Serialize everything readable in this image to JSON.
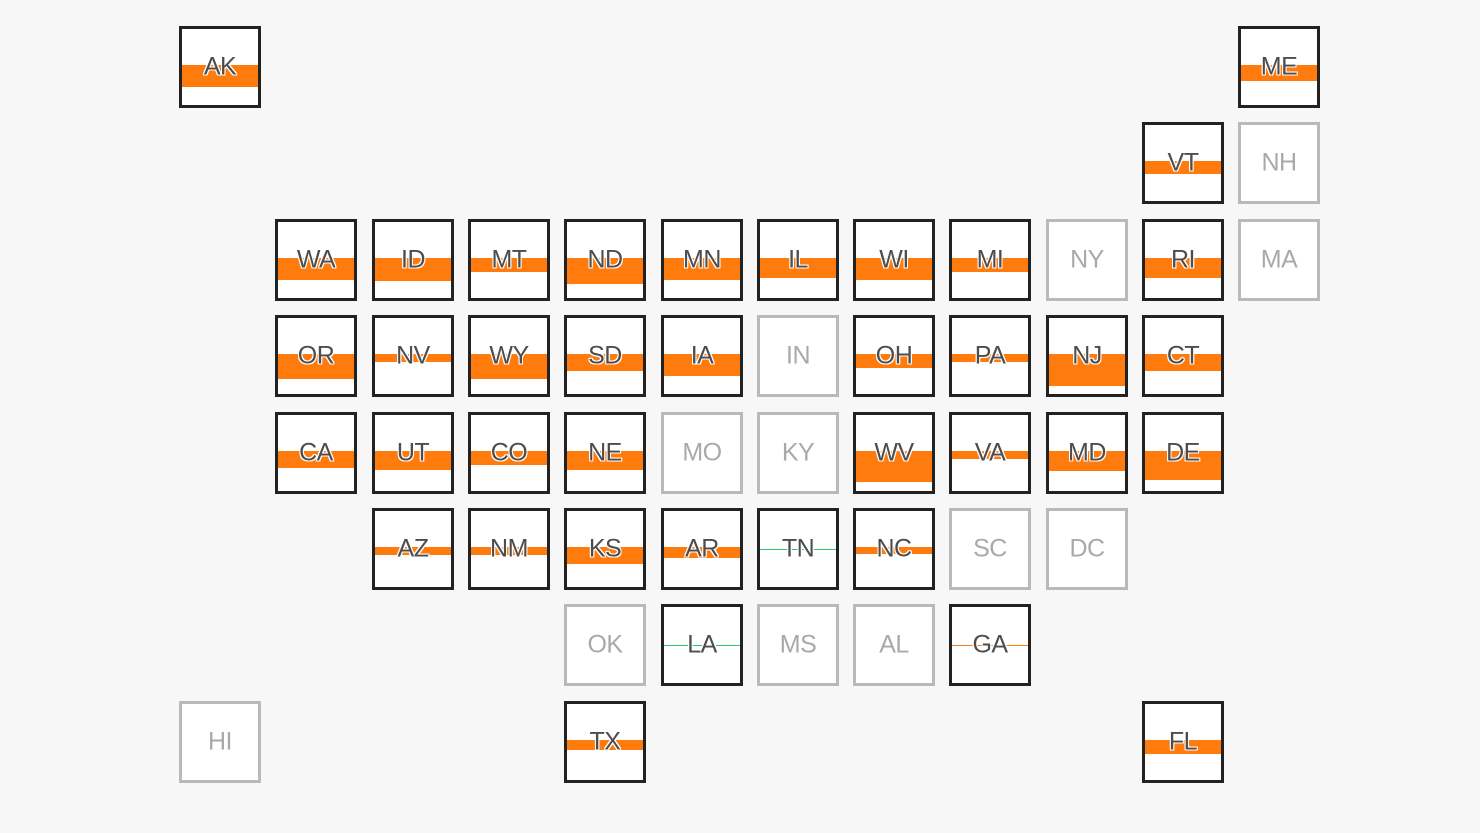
{
  "map": {
    "colors": {
      "bar": "#ff7b0d",
      "neutral_bar": "#2fc56b",
      "border": "#222222",
      "nodata_border": "#b9b9b9",
      "background": "#f7f7f7"
    },
    "states": [
      {
        "abbr": "AK",
        "row": 0,
        "col": 0,
        "has_data": true,
        "bar": {
          "from": 0.48,
          "to": 0.76
        }
      },
      {
        "abbr": "ME",
        "row": 0,
        "col": 11,
        "has_data": true,
        "bar": {
          "from": 0.48,
          "to": 0.68
        }
      },
      {
        "abbr": "VT",
        "row": 1,
        "col": 10,
        "has_data": true,
        "bar": {
          "from": 0.48,
          "to": 0.64
        }
      },
      {
        "abbr": "NH",
        "row": 1,
        "col": 11,
        "has_data": false
      },
      {
        "abbr": "WA",
        "row": 2,
        "col": 1,
        "has_data": true,
        "bar": {
          "from": 0.48,
          "to": 0.76
        }
      },
      {
        "abbr": "ID",
        "row": 2,
        "col": 2,
        "has_data": true,
        "bar": {
          "from": 0.48,
          "to": 0.78
        }
      },
      {
        "abbr": "MT",
        "row": 2,
        "col": 3,
        "has_data": true,
        "bar": {
          "from": 0.48,
          "to": 0.66
        }
      },
      {
        "abbr": "ND",
        "row": 2,
        "col": 4,
        "has_data": true,
        "bar": {
          "from": 0.48,
          "to": 0.82
        }
      },
      {
        "abbr": "MN",
        "row": 2,
        "col": 5,
        "has_data": true,
        "bar": {
          "from": 0.48,
          "to": 0.76
        }
      },
      {
        "abbr": "IL",
        "row": 2,
        "col": 6,
        "has_data": true,
        "bar": {
          "from": 0.48,
          "to": 0.74
        }
      },
      {
        "abbr": "WI",
        "row": 2,
        "col": 7,
        "has_data": true,
        "bar": {
          "from": 0.48,
          "to": 0.76
        }
      },
      {
        "abbr": "MI",
        "row": 2,
        "col": 8,
        "has_data": true,
        "bar": {
          "from": 0.48,
          "to": 0.66
        }
      },
      {
        "abbr": "NY",
        "row": 2,
        "col": 9,
        "has_data": false
      },
      {
        "abbr": "RI",
        "row": 2,
        "col": 10,
        "has_data": true,
        "bar": {
          "from": 0.48,
          "to": 0.74
        }
      },
      {
        "abbr": "MA",
        "row": 2,
        "col": 11,
        "has_data": false
      },
      {
        "abbr": "OR",
        "row": 3,
        "col": 1,
        "has_data": true,
        "bar": {
          "from": 0.48,
          "to": 0.8
        }
      },
      {
        "abbr": "NV",
        "row": 3,
        "col": 2,
        "has_data": true,
        "bar": {
          "from": 0.48,
          "to": 0.58
        }
      },
      {
        "abbr": "WY",
        "row": 3,
        "col": 3,
        "has_data": true,
        "bar": {
          "from": 0.48,
          "to": 0.8
        }
      },
      {
        "abbr": "SD",
        "row": 3,
        "col": 4,
        "has_data": true,
        "bar": {
          "from": 0.48,
          "to": 0.7
        }
      },
      {
        "abbr": "IA",
        "row": 3,
        "col": 5,
        "has_data": true,
        "bar": {
          "from": 0.48,
          "to": 0.76
        }
      },
      {
        "abbr": "IN",
        "row": 3,
        "col": 6,
        "has_data": false
      },
      {
        "abbr": "OH",
        "row": 3,
        "col": 7,
        "has_data": true,
        "bar": {
          "from": 0.48,
          "to": 0.66
        }
      },
      {
        "abbr": "PA",
        "row": 3,
        "col": 8,
        "has_data": true,
        "bar": {
          "from": 0.48,
          "to": 0.58
        }
      },
      {
        "abbr": "NJ",
        "row": 3,
        "col": 9,
        "has_data": true,
        "bar": {
          "from": 0.48,
          "to": 0.9
        }
      },
      {
        "abbr": "CT",
        "row": 3,
        "col": 10,
        "has_data": true,
        "bar": {
          "from": 0.48,
          "to": 0.7
        }
      },
      {
        "abbr": "CA",
        "row": 4,
        "col": 1,
        "has_data": true,
        "bar": {
          "from": 0.48,
          "to": 0.7
        }
      },
      {
        "abbr": "UT",
        "row": 4,
        "col": 2,
        "has_data": true,
        "bar": {
          "from": 0.48,
          "to": 0.72
        }
      },
      {
        "abbr": "CO",
        "row": 4,
        "col": 3,
        "has_data": true,
        "bar": {
          "from": 0.48,
          "to": 0.66
        }
      },
      {
        "abbr": "NE",
        "row": 4,
        "col": 4,
        "has_data": true,
        "bar": {
          "from": 0.48,
          "to": 0.72
        }
      },
      {
        "abbr": "MO",
        "row": 4,
        "col": 5,
        "has_data": false
      },
      {
        "abbr": "KY",
        "row": 4,
        "col": 6,
        "has_data": false
      },
      {
        "abbr": "WV",
        "row": 4,
        "col": 7,
        "has_data": true,
        "bar": {
          "from": 0.48,
          "to": 0.88
        }
      },
      {
        "abbr": "VA",
        "row": 4,
        "col": 8,
        "has_data": true,
        "bar": {
          "from": 0.48,
          "to": 0.58
        }
      },
      {
        "abbr": "MD",
        "row": 4,
        "col": 9,
        "has_data": true,
        "bar": {
          "from": 0.48,
          "to": 0.74
        }
      },
      {
        "abbr": "DE",
        "row": 4,
        "col": 10,
        "has_data": true,
        "bar": {
          "from": 0.48,
          "to": 0.86
        }
      },
      {
        "abbr": "AZ",
        "row": 5,
        "col": 2,
        "has_data": true,
        "bar": {
          "from": 0.48,
          "to": 0.58
        }
      },
      {
        "abbr": "NM",
        "row": 5,
        "col": 3,
        "has_data": true,
        "bar": {
          "from": 0.48,
          "to": 0.58
        }
      },
      {
        "abbr": "KS",
        "row": 5,
        "col": 4,
        "has_data": true,
        "bar": {
          "from": 0.48,
          "to": 0.7
        }
      },
      {
        "abbr": "AR",
        "row": 5,
        "col": 5,
        "has_data": true,
        "bar": {
          "from": 0.48,
          "to": 0.62
        }
      },
      {
        "abbr": "TN",
        "row": 5,
        "col": 6,
        "has_data": true,
        "bar": {
          "from": 0.495,
          "to": 0.51,
          "color": "green"
        }
      },
      {
        "abbr": "NC",
        "row": 5,
        "col": 7,
        "has_data": true,
        "bar": {
          "from": 0.48,
          "to": 0.56
        }
      },
      {
        "abbr": "SC",
        "row": 5,
        "col": 8,
        "has_data": false
      },
      {
        "abbr": "DC",
        "row": 5,
        "col": 9,
        "has_data": false
      },
      {
        "abbr": "OK",
        "row": 6,
        "col": 4,
        "has_data": false
      },
      {
        "abbr": "LA",
        "row": 6,
        "col": 5,
        "has_data": true,
        "bar": {
          "from": 0.495,
          "to": 0.505,
          "color": "green"
        }
      },
      {
        "abbr": "MS",
        "row": 6,
        "col": 6,
        "has_data": false
      },
      {
        "abbr": "AL",
        "row": 6,
        "col": 7,
        "has_data": false
      },
      {
        "abbr": "GA",
        "row": 6,
        "col": 8,
        "has_data": true,
        "bar": {
          "from": 0.495,
          "to": 0.51
        }
      },
      {
        "abbr": "HI",
        "row": 7,
        "col": 0,
        "has_data": false
      },
      {
        "abbr": "TX",
        "row": 7,
        "col": 4,
        "has_data": true,
        "bar": {
          "from": 0.48,
          "to": 0.6
        }
      },
      {
        "abbr": "FL",
        "row": 7,
        "col": 10,
        "has_data": true,
        "bar": {
          "from": 0.48,
          "to": 0.66
        }
      }
    ]
  }
}
